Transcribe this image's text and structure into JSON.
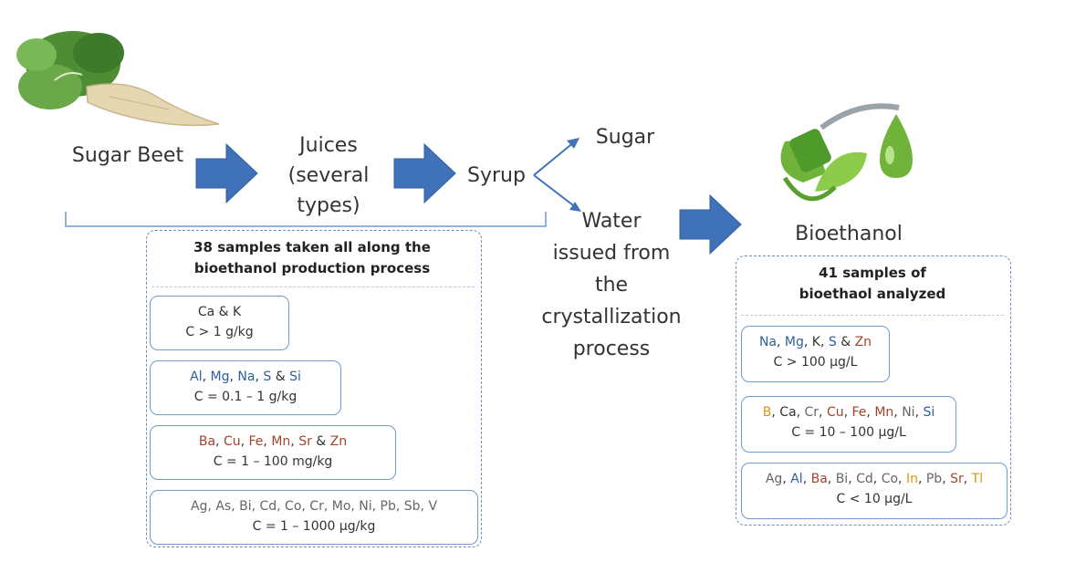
{
  "process": {
    "sugar_beet": "Sugar Beet",
    "juices_line1": "Juices",
    "juices_line2": "(several",
    "juices_line3": "types)",
    "syrup": "Syrup",
    "sugar": "Sugar",
    "water_line1": "Water",
    "water_line2": "issued from the",
    "water_line3": "crystallization",
    "water_line4": "process",
    "bioethanol": "Bioethanol"
  },
  "left_panel": {
    "header_line1": "38  samples  taken  all along  the",
    "header_line2": "bioethanol production process",
    "boxes": [
      {
        "elements": [
          {
            "t": "Ca",
            "c": "dark"
          },
          {
            "t": " & ",
            "c": "dark"
          },
          {
            "t": "K",
            "c": "dark"
          }
        ],
        "conc": "C > 1 g/kg"
      },
      {
        "elements": [
          {
            "t": "Al",
            "c": "blue"
          },
          {
            "t": ", ",
            "c": "dark"
          },
          {
            "t": "Mg",
            "c": "blue"
          },
          {
            "t": ", ",
            "c": "dark"
          },
          {
            "t": "Na",
            "c": "blue"
          },
          {
            "t": ", ",
            "c": "dark"
          },
          {
            "t": "S",
            "c": "blue"
          },
          {
            "t": " & ",
            "c": "dark"
          },
          {
            "t": "Si",
            "c": "blue"
          }
        ],
        "conc": "C = 0.1 – 1 g/kg"
      },
      {
        "elements": [
          {
            "t": "Ba",
            "c": "red"
          },
          {
            "t": ", ",
            "c": "dark"
          },
          {
            "t": "Cu",
            "c": "red"
          },
          {
            "t": ", ",
            "c": "dark"
          },
          {
            "t": "Fe",
            "c": "red"
          },
          {
            "t": ", ",
            "c": "dark"
          },
          {
            "t": "Mn",
            "c": "red"
          },
          {
            "t": ", ",
            "c": "dark"
          },
          {
            "t": "Sr",
            "c": "red"
          },
          {
            "t": " & ",
            "c": "dark"
          },
          {
            "t": "Zn",
            "c": "red"
          }
        ],
        "conc": "C = 1 – 100 mg/kg"
      },
      {
        "elements": [
          {
            "t": "Ag, As, Bi, Cd, Co, Cr, Mo, Ni, Pb, Sb, V",
            "c": "gray"
          }
        ],
        "conc": "C = 1 – 1000 µg/kg"
      }
    ]
  },
  "right_panel": {
    "header_line1": "41 samples of",
    "header_line2": "bioethaol analyzed",
    "boxes": [
      {
        "elements": [
          {
            "t": "Na",
            "c": "blue"
          },
          {
            "t": ", ",
            "c": "dark"
          },
          {
            "t": "Mg",
            "c": "blue"
          },
          {
            "t": ", ",
            "c": "dark"
          },
          {
            "t": "K",
            "c": "dark"
          },
          {
            "t": ", ",
            "c": "dark"
          },
          {
            "t": "S",
            "c": "blue"
          },
          {
            "t": " & ",
            "c": "dark"
          },
          {
            "t": "Zn",
            "c": "red"
          }
        ],
        "conc": "C > 100 µg/L"
      },
      {
        "elements": [
          {
            "t": "B",
            "c": "gold"
          },
          {
            "t": ", ",
            "c": "dark"
          },
          {
            "t": "Ca",
            "c": "dark"
          },
          {
            "t": ", ",
            "c": "dark"
          },
          {
            "t": "Cr",
            "c": "gray"
          },
          {
            "t": ", ",
            "c": "dark"
          },
          {
            "t": "Cu",
            "c": "red"
          },
          {
            "t": ", ",
            "c": "dark"
          },
          {
            "t": "Fe",
            "c": "red"
          },
          {
            "t": ", ",
            "c": "dark"
          },
          {
            "t": "Mn",
            "c": "red"
          },
          {
            "t": ", ",
            "c": "dark"
          },
          {
            "t": "Ni",
            "c": "gray"
          },
          {
            "t": ", ",
            "c": "dark"
          },
          {
            "t": "Si",
            "c": "blue"
          }
        ],
        "conc": "C = 10 – 100 µg/L"
      },
      {
        "elements": [
          {
            "t": "Ag",
            "c": "gray"
          },
          {
            "t": ", ",
            "c": "dark"
          },
          {
            "t": "Al",
            "c": "blue"
          },
          {
            "t": ", ",
            "c": "dark"
          },
          {
            "t": "Ba",
            "c": "red"
          },
          {
            "t": ", ",
            "c": "dark"
          },
          {
            "t": "Bi",
            "c": "gray"
          },
          {
            "t": ", ",
            "c": "dark"
          },
          {
            "t": "Cd",
            "c": "gray"
          },
          {
            "t": ", ",
            "c": "dark"
          },
          {
            "t": "Co",
            "c": "gray"
          },
          {
            "t": ", ",
            "c": "dark"
          },
          {
            "t": "In",
            "c": "gold"
          },
          {
            "t": ", ",
            "c": "dark"
          },
          {
            "t": "Pb",
            "c": "gray"
          },
          {
            "t": ", ",
            "c": "dark"
          },
          {
            "t": "Sr",
            "c": "red"
          },
          {
            "t": ", ",
            "c": "dark"
          },
          {
            "t": "Tl",
            "c": "gold"
          }
        ],
        "conc": "C < 10 µg/L"
      }
    ]
  },
  "icons": {
    "beet": "sugar-beet-icon",
    "pump": "fuel-pump-leaf-icon",
    "drop": "green-drop-icon"
  },
  "colors": {
    "arrow": "#3f72b8",
    "blue": "#2f5f9a",
    "red": "#a0452b",
    "gold": "#d19a12",
    "gray": "#666666",
    "green": "#6fb33a"
  }
}
